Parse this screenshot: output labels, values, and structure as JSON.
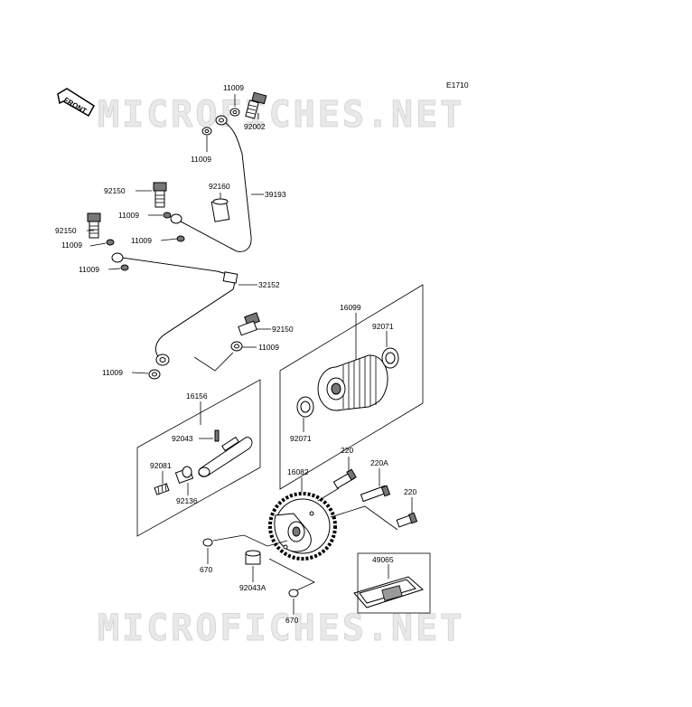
{
  "diagram": {
    "code": "E1710",
    "front_label": "FRONT",
    "watermark": "MICROFICHES.NET",
    "parts": {
      "p11009_a": "11009",
      "p92002": "92002",
      "p11009_b": "11009",
      "p92160": "92160",
      "p39193": "39193",
      "p92150_a": "92150",
      "p11009_c": "11009",
      "p92150_b": "92150",
      "p11009_d": "11009",
      "p11009_e": "11009",
      "p11009_f": "11009",
      "p32152": "32152",
      "p92150_c": "92150",
      "p11009_g": "11009",
      "p11009_h": "11009",
      "p16099": "16099",
      "p92071_a": "92071",
      "p92071_b": "92071",
      "p16156": "16156",
      "p92043": "92043",
      "p92081": "92081",
      "p92136": "92136",
      "p220_a": "220",
      "p16082": "16082",
      "p220A": "220A",
      "p220_b": "220",
      "p670_a": "670",
      "p92043A": "92043A",
      "p49065": "49065",
      "p670_b": "670"
    }
  }
}
